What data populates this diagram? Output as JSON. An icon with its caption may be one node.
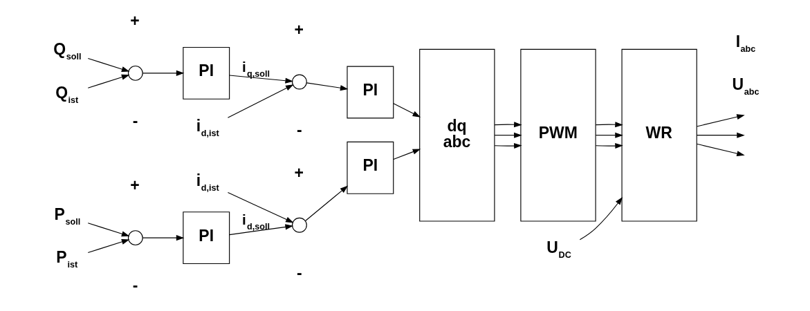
{
  "diagram": {
    "nodes": [
      {
        "text": [
          "P$_{soll}$"
        ]
      },
      {
        "text": [],
        "shape": "circle"
      },
      {
        "text": [
          "P$_{ist}$"
        ]
      },
      {
        "text": [
          "PI"
        ]
      },
      {
        "text": [],
        "shape": "circle"
      },
      {
        "text": [
          "i$_{d,ist}$"
        ]
      },
      {
        "text": [
          "PI"
        ]
      },
      {
        "text": [
          "dq",
          "abc"
        ]
      },
      {
        "text": [
          "PWM"
        ]
      },
      {
        "text": [
          "U$_{DC}$"
        ]
      },
      {
        "text": [
          "WR"
        ]
      },
      {
        "text": [
          "Q$_{soll}$"
        ]
      },
      {
        "text": [],
        "shape": "circle"
      },
      {
        "text": [
          "Q$_{ist}$"
        ]
      },
      {
        "text": [
          "PI"
        ]
      },
      {
        "text": [],
        "shape": "circle"
      },
      {
        "text": [
          "i$_{d,ist}$"
        ]
      },
      {
        "text": [
          "PI"
        ]
      }
    ],
    "edges": [
      {
        "from": 0,
        "to": 1,
        "arrow": "to"
      },
      {
        "from": 2,
        "to": 1,
        "arrow": "to"
      },
      {
        "from": 1,
        "to": 3,
        "arrow": "to"
      },
      {
        "from": 3,
        "to": 4,
        "arrow": "to",
        "label": "i$_{d,soll}$"
      },
      {
        "from": 5,
        "to": 4,
        "arrow": "to"
      },
      {
        "from": 4,
        "to": 6,
        "arrow": "to"
      },
      {
        "from": 6,
        "to": 7,
        "arrow": "to"
      },
      {
        "from": 11,
        "to": 12,
        "arrow": "to"
      },
      {
        "from": 13,
        "to": 12,
        "arrow": "to"
      },
      {
        "from": 12,
        "to": 14,
        "arrow": "to"
      },
      {
        "from": 14,
        "to": 15,
        "arrow": "to",
        "label": "i$_{q,soll}$"
      },
      {
        "from": 16,
        "to": 15,
        "arrow": "to"
      },
      {
        "from": 15,
        "to": 17,
        "arrow": "to"
      },
      {
        "from": 17,
        "to": 7,
        "arrow": "to"
      },
      {
        "from": 7,
        "to": 8,
        "arrow": "to"
      },
      {
        "from": 7,
        "to": 8,
        "arrow": "to"
      },
      {
        "from": 7,
        "to": 8,
        "arrow": "to"
      },
      {
        "from": 8,
        "to": 10,
        "arrow": "to"
      },
      {
        "from": 8,
        "to": 10,
        "arrow": "to"
      },
      {
        "from": 8,
        "to": 10,
        "arrow": "to"
      },
      {
        "from": 9,
        "to": 10,
        "arrow": "to"
      },
      {
        "from": 10,
        "to": null,
        "arrow": "to"
      },
      {
        "from": 10,
        "to": null,
        "arrow": "to"
      },
      {
        "from": 10,
        "to": null,
        "arrow": "to"
      }
    ],
    "labels": [
      "+",
      "-",
      "+",
      "-",
      "+",
      "-",
      "+",
      "-",
      "U$_{abc}$",
      "I$_{abc}$"
    ]
  }
}
